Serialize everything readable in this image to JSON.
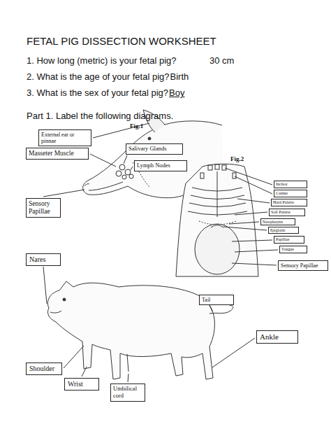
{
  "diagram": {
    "title": "FETAL PIG DISSECTION WORKSHEET",
    "nodes": [
      {
        "text": [
          "External ear or pinnae"
        ]
      },
      {
        "text": [
          "Masseter Muscle"
        ]
      },
      {
        "text": [
          "Salivary Glands"
        ]
      },
      {
        "text": [
          "Lymph Nodes"
        ]
      },
      {
        "text": [
          "Sensory Papillae"
        ]
      },
      {
        "text": [
          "Incisor"
        ]
      },
      {
        "text": [
          "Canine"
        ]
      },
      {
        "text": [
          "Hard Palette"
        ]
      },
      {
        "text": [
          "Soft Palette"
        ]
      },
      {
        "text": [
          "Nasopharynx"
        ]
      },
      {
        "text": [
          "Epiglottis"
        ]
      },
      {
        "text": [
          "Papillae"
        ]
      },
      {
        "text": [
          "Tongue"
        ]
      },
      {
        "text": [
          "Sensory Papillae"
        ]
      },
      {
        "text": [
          "Nares"
        ]
      },
      {
        "text": [
          "Tail"
        ]
      },
      {
        "text": [
          "Ankle"
        ]
      },
      {
        "text": [
          "Shoulder"
        ]
      },
      {
        "text": [
          "Wrist"
        ]
      },
      {
        "text": [
          "Umbilical cord"
        ]
      }
    ],
    "labels": [
      "1. How long (metric) is your fetal pig?",
      "30 cm",
      "2. What is the age of your fetal pig?",
      "Birth",
      "3. What is the sex of your fetal pig?",
      "Boy",
      "Part 1. Label the following diagrams.",
      "Fig.1",
      "Fig.2"
    ]
  }
}
